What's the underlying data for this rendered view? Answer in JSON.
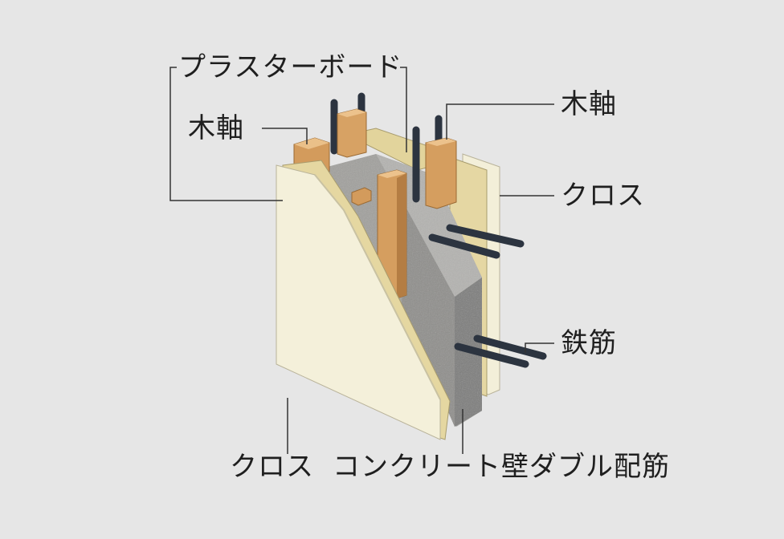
{
  "labels": {
    "plasterboard": "プラスターボード",
    "wood_frame_left": "木軸",
    "wood_frame_right": "木軸",
    "cloth_right": "クロス",
    "rebar": "鉄筋",
    "cloth_bottom": "クロス",
    "concrete_wall": "コンクリート壁ダブル配筋"
  },
  "colors": {
    "background": "#e6e6e6",
    "cloth": "#f4f0dc",
    "plasterboard": "#e8dca8",
    "wood": "#d9a567",
    "concrete": "#9b9b98",
    "rebar": "#2c3440",
    "leader_line": "#333333"
  }
}
